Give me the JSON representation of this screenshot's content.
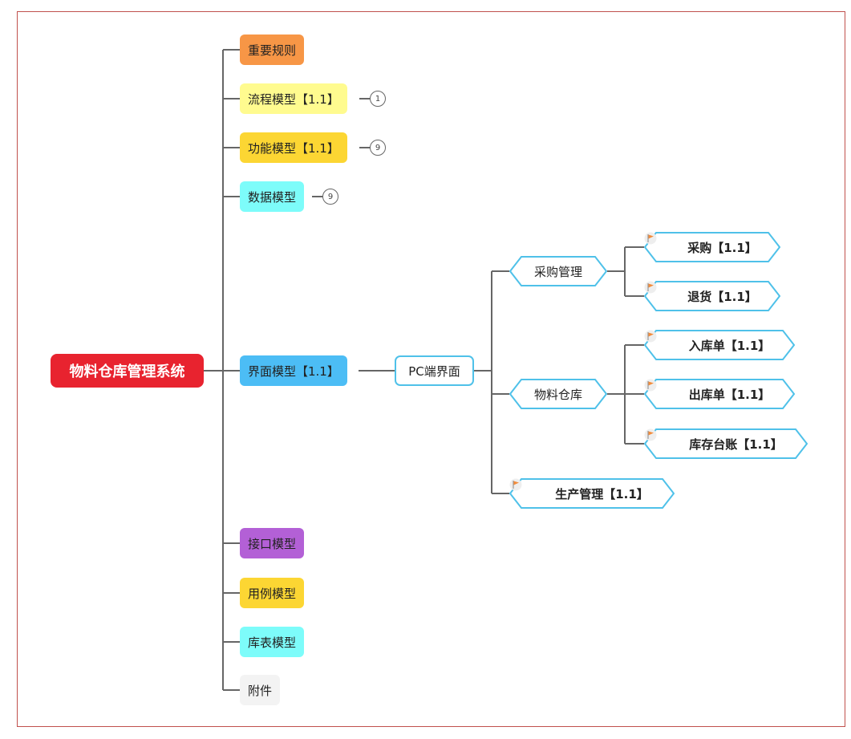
{
  "root": {
    "label": "物料仓库管理系统",
    "color": "#e8232f"
  },
  "branches": [
    {
      "id": "zhongyao",
      "label": "重要规则",
      "color": "#f79646",
      "badge": ""
    },
    {
      "id": "liucheng",
      "label": "流程模型【1.1】",
      "color": "#fffb8f",
      "badge": "1"
    },
    {
      "id": "gongneng",
      "label": "功能模型【1.1】",
      "color": "#fcd633",
      "badge": "9"
    },
    {
      "id": "shuju",
      "label": "数据模型",
      "color": "#7dfcfa",
      "badge": "9"
    },
    {
      "id": "jiemian",
      "label": "界面模型【1.1】",
      "color": "#4cbdf5",
      "badge": ""
    },
    {
      "id": "jiekou",
      "label": "接口模型",
      "color": "#b360d6",
      "badge": ""
    },
    {
      "id": "yongli",
      "label": "用例模型",
      "color": "#fcd633",
      "badge": ""
    },
    {
      "id": "kubiao",
      "label": "库表模型",
      "color": "#7dfcfa",
      "badge": ""
    },
    {
      "id": "fujian",
      "label": "附件",
      "color": "#f3f3f3",
      "badge": ""
    }
  ],
  "pc": {
    "label": "PC端界面"
  },
  "groups": [
    {
      "id": "caigou",
      "label": "采购管理"
    },
    {
      "id": "wuliao",
      "label": "物料仓库"
    },
    {
      "id": "shengchan",
      "label": "生产管理【1.1】",
      "flag": true
    }
  ],
  "leaves": [
    {
      "id": "caigou-1",
      "label": "采购【1.1】"
    },
    {
      "id": "tuihuo",
      "label": "退货【1.1】"
    },
    {
      "id": "ruku",
      "label": "入库单【1.1】"
    },
    {
      "id": "chuku",
      "label": "出库单【1.1】"
    },
    {
      "id": "kucun",
      "label": "库存台账【1.1】"
    }
  ],
  "colors": {
    "line": "#666666",
    "hex_border": "#4fc1e9",
    "flag": "#f28c3b",
    "frame": "#c0504d"
  }
}
